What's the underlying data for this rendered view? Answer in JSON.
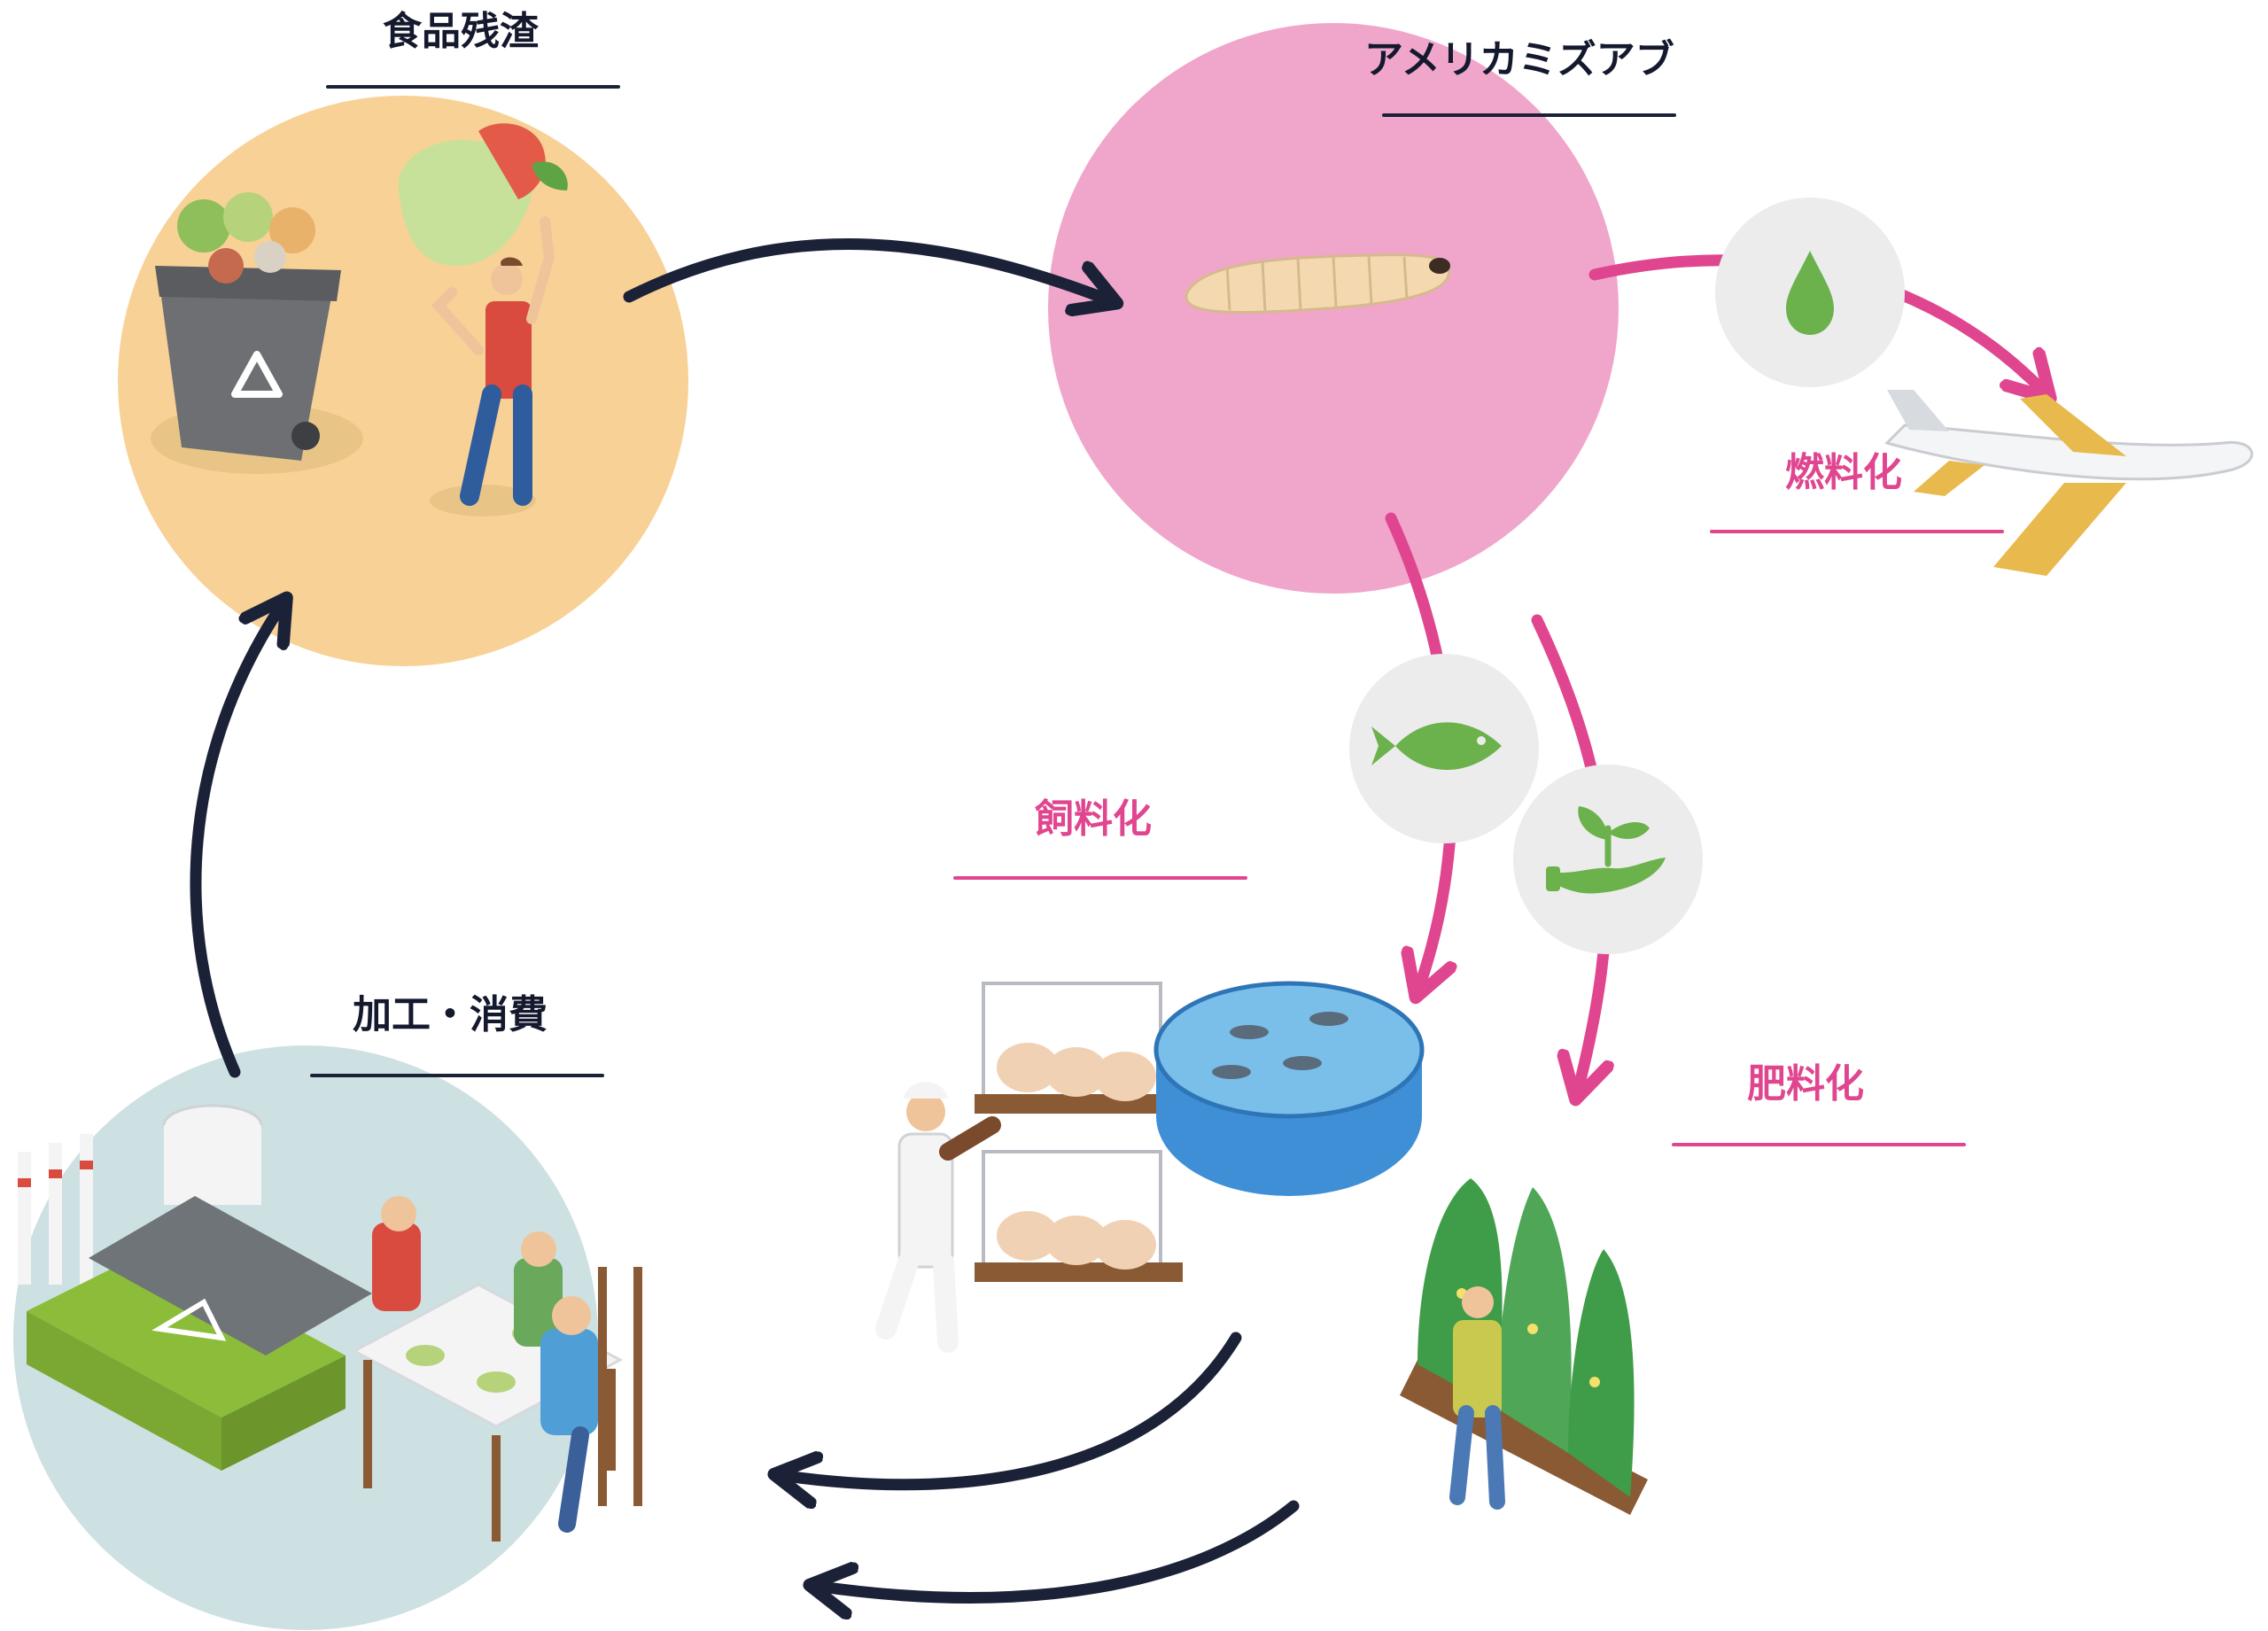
{
  "nodes": {
    "food_waste": {
      "label": "食品残渣"
    },
    "black_soldier_fly": {
      "label": "アメリカミズアブ"
    },
    "processing_consumption": {
      "label": "加工・消費"
    }
  },
  "uses": {
    "fuel": {
      "label": "燃料化",
      "icon": "oil-drop-icon"
    },
    "feed": {
      "label": "飼料化",
      "icon": "fish-icon"
    },
    "fertilizer": {
      "label": "肥料化",
      "icon": "sprout-hand-icon"
    }
  },
  "colors": {
    "food_waste_circle": "#f8d196",
    "fly_circle": "#f0a6cb",
    "consumption_circle": "#cde0e2",
    "arrow_dark": "#1b2238",
    "arrow_pink": "#e0468f",
    "icon_circle": "#ececec",
    "icon_green": "#6cb24c"
  }
}
